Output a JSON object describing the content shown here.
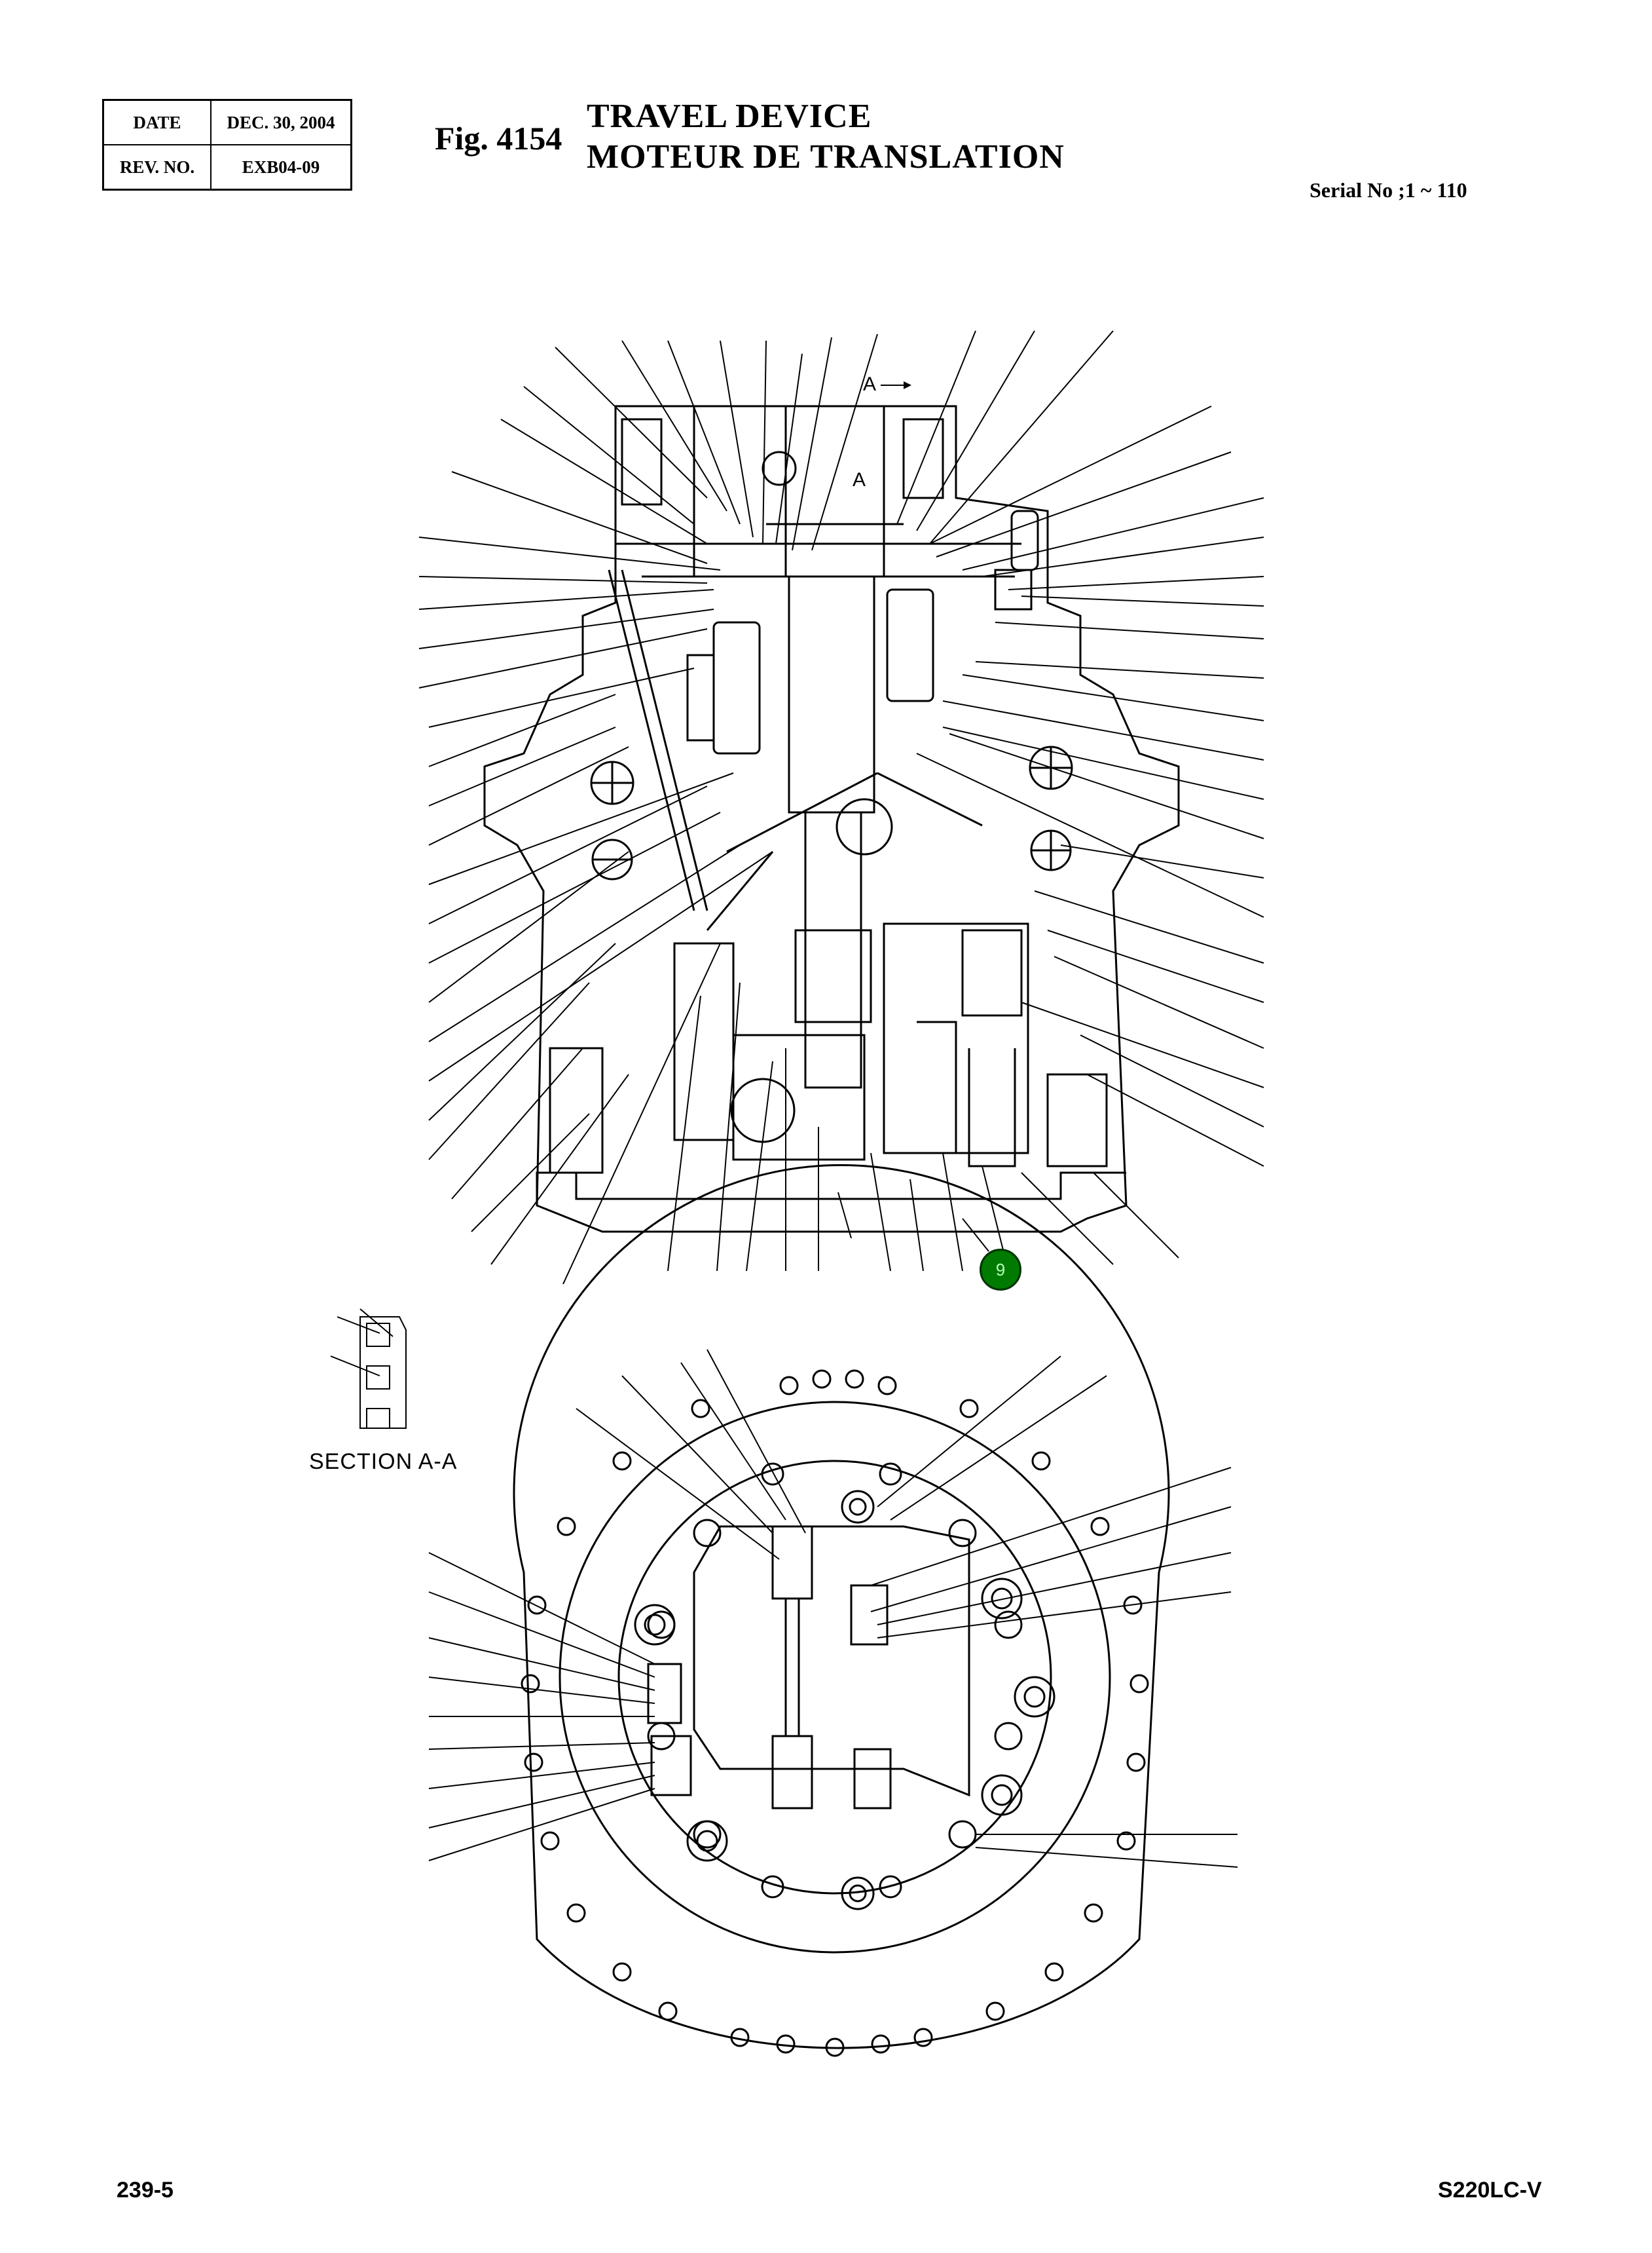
{
  "header": {
    "date_label": "DATE",
    "date_value": "DEC. 30, 2004",
    "rev_label": "REV. NO.",
    "rev_value": "EXB04-09"
  },
  "figure": {
    "number": "Fig. 4154",
    "title_en": "TRAVEL DEVICE",
    "title_fr": "MOTEUR DE TRANSLATION",
    "serial": "Serial No ;1 ~ 110"
  },
  "diagram": {
    "section_arrow_label": "A",
    "section_label": "SECTION  A-A",
    "callout_number": "9"
  },
  "footer": {
    "page_number": "239-5",
    "model": "S220LC-V"
  }
}
